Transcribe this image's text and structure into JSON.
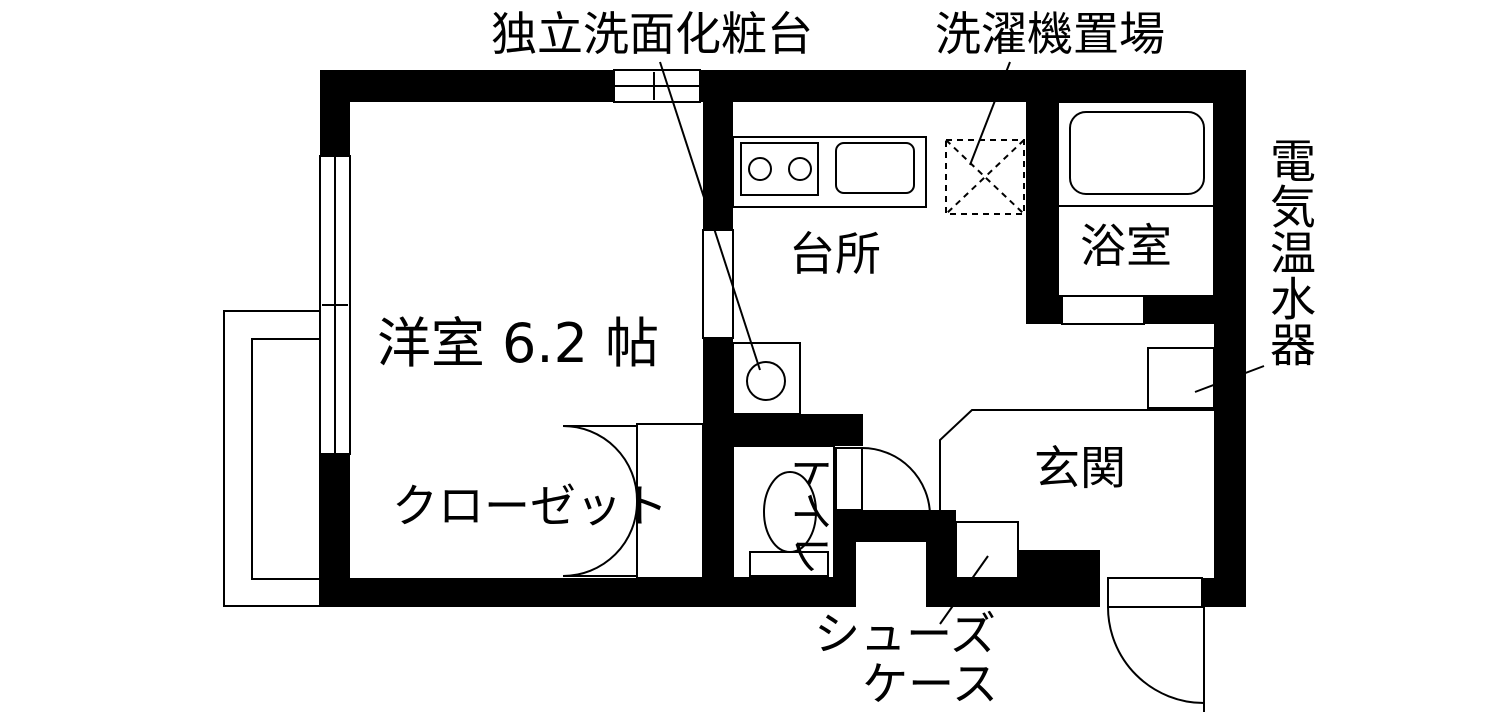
{
  "labels": {
    "vanity": "独立洗面化粧台",
    "washer": "洗濯機置場",
    "western_room": "洋室 6.2 帖",
    "kitchen": "台所",
    "bathroom": "浴室",
    "water_heater": "電気温水器",
    "closet": "クローゼット",
    "toilet": "トイレ",
    "entrance": "玄関",
    "shoe_case_line1": "シューズ",
    "shoe_case_line2": "ケース"
  },
  "colors": {
    "wall": "#000000",
    "background": "#ffffff",
    "line": "#000000"
  }
}
